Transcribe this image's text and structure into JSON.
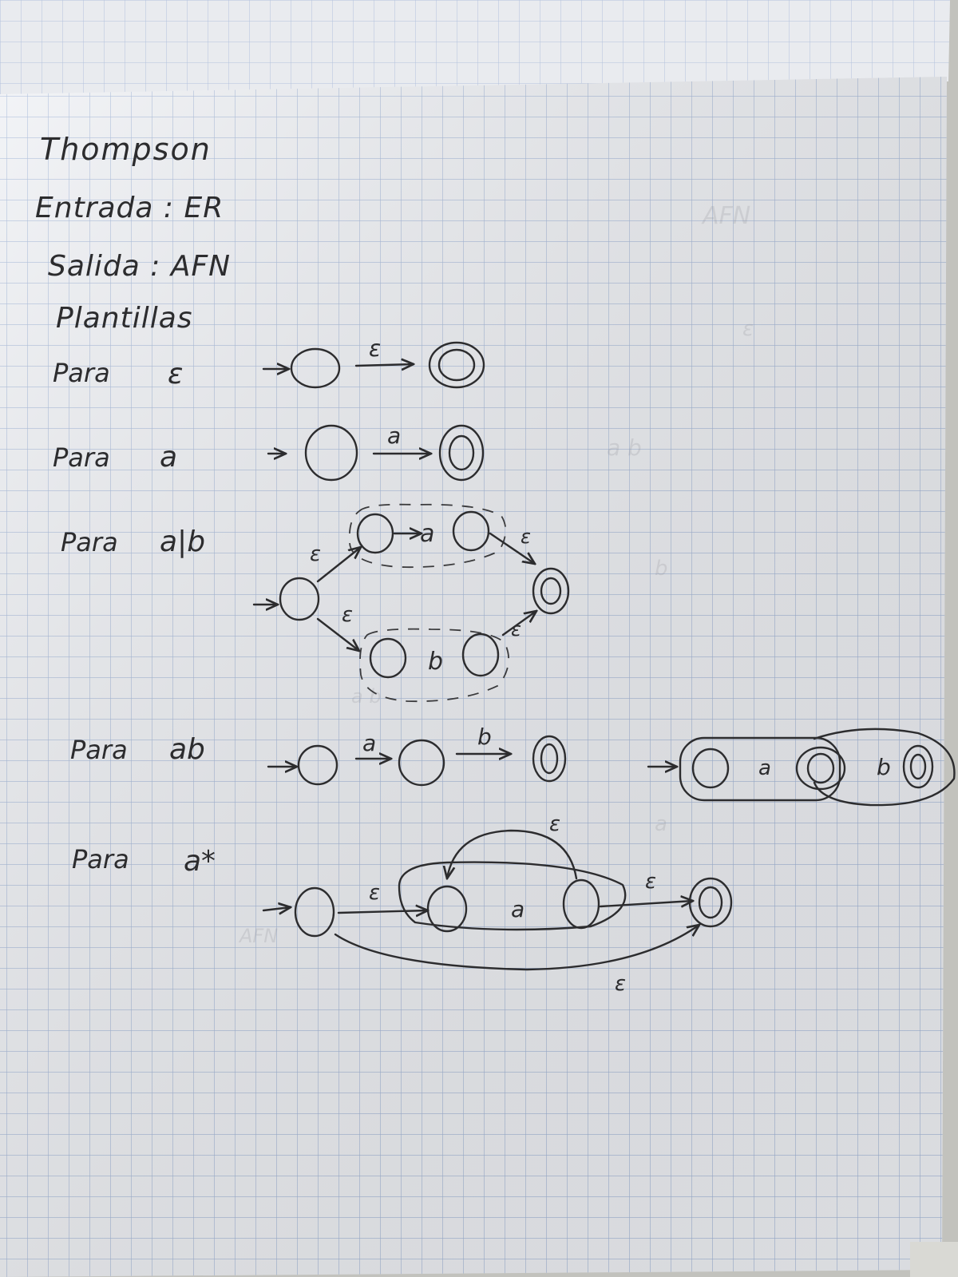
{
  "notes": {
    "title": "Thompson",
    "input_line": "Entrada : ER",
    "output_line": "Salida : AFN",
    "templates_heading": "Plantillas"
  },
  "templates": [
    {
      "id": "epsilon",
      "prefix": "Para",
      "expr": "ε",
      "edge_labels": [
        "ε"
      ]
    },
    {
      "id": "symbol",
      "prefix": "Para",
      "expr": "a",
      "edge_labels": [
        "a"
      ]
    },
    {
      "id": "union",
      "prefix": "Para",
      "expr": "a|b",
      "edge_labels": [
        "ε",
        "a",
        "ε",
        "ε",
        "b",
        "ε"
      ]
    },
    {
      "id": "concat",
      "prefix": "Para",
      "expr": "ab",
      "edge_labels": [
        "a",
        "b"
      ],
      "alt_labels": [
        "a",
        "b"
      ]
    },
    {
      "id": "star",
      "prefix": "Para",
      "expr": "a*",
      "edge_labels": [
        "ε",
        "a",
        "ε",
        "ε",
        "ε"
      ]
    }
  ],
  "colors": {
    "paper": "#eef0f4",
    "grid": "#9fb3d6",
    "ink": "#2c2c2e"
  }
}
